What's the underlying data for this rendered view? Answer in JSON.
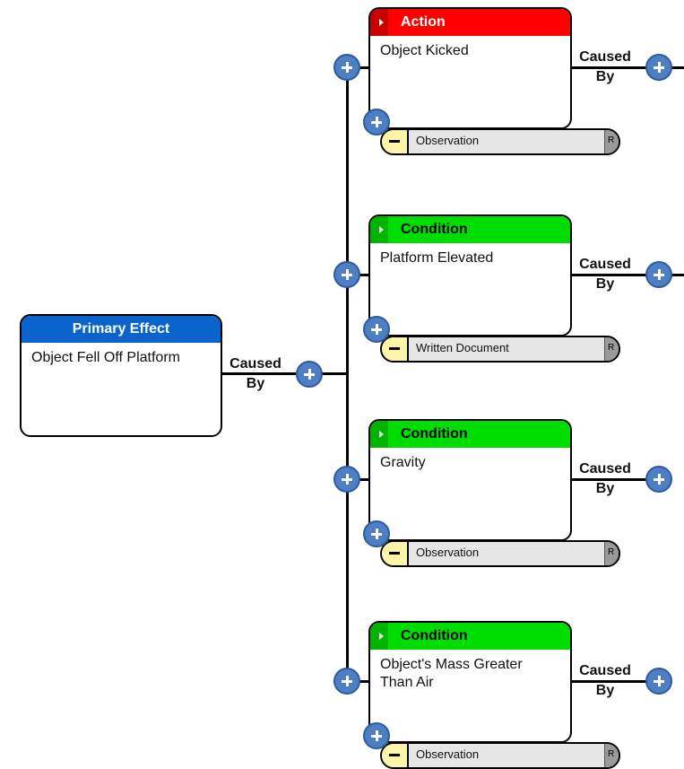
{
  "colors": {
    "primary": "#0a64cc",
    "action": "#ff0000",
    "condition": "#00dd00",
    "plus": "#4e7fc4",
    "evidence_minus": "#fff5a8"
  },
  "primary_effect": {
    "header": "Primary Effect",
    "text": "Object Fell Off Platform"
  },
  "caused_by": {
    "line1": "Caused",
    "line2": "By"
  },
  "causes": [
    {
      "type": "action",
      "header": "Action",
      "text": "Object Kicked",
      "evidence": "Observation",
      "evidence_end": "R"
    },
    {
      "type": "condition",
      "header": "Condition",
      "text": "Platform Elevated",
      "evidence": "Written Document",
      "evidence_end": "R"
    },
    {
      "type": "condition",
      "header": "Condition",
      "text": "Gravity",
      "evidence": "Observation",
      "evidence_end": "R"
    },
    {
      "type": "condition",
      "header": "Condition",
      "text": "Object's Mass Greater Than Air",
      "evidence": "Observation",
      "evidence_end": "R"
    }
  ]
}
